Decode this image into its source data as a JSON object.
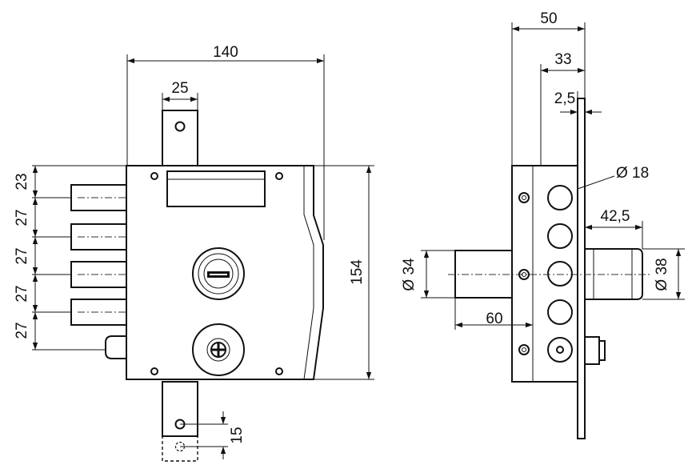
{
  "dimensions": {
    "front": {
      "width": "140",
      "bolt_width": "25",
      "height": "154",
      "pitch_1": "23",
      "pitch_2": "27",
      "pitch_3": "27",
      "pitch_4": "27",
      "pitch_5": "27",
      "hole_spacing": "15"
    },
    "side": {
      "depth": "50",
      "backset": "33",
      "plate": "2,5",
      "bolt_diameter": "Ø 18",
      "cylinder_depth": "42,5",
      "cylinder_diameter": "Ø 38",
      "shaft_diameter": "Ø 34",
      "shaft_length": "60"
    }
  }
}
